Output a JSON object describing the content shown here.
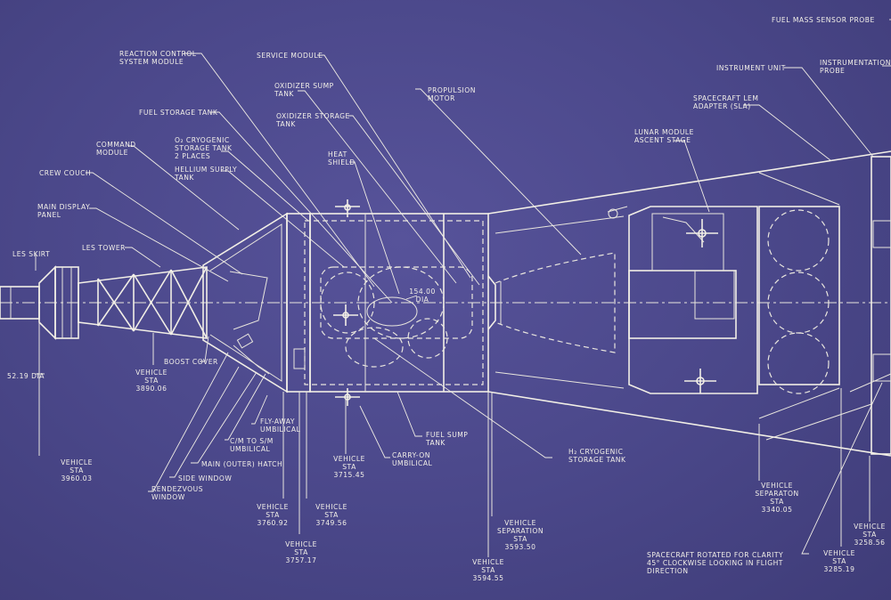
{
  "labels": {
    "fuel_mass_sensor_probe": [
      "FUEL MASS SENSOR PROBE"
    ],
    "instrument_unit": [
      "INSTRUMENT UNIT"
    ],
    "instrumentation_probe": [
      "INSTRUMENTATION",
      "PROBE"
    ],
    "reaction_control_system_module": [
      "REACTION CONTROL",
      "SYSTEM MODULE"
    ],
    "service_module": [
      "SERVICE MODULE"
    ],
    "oxidizer_sump_tank": [
      "OXIDIZER SUMP",
      "TANK"
    ],
    "propulsion_motor": [
      "PROPULSION",
      "MOTOR"
    ],
    "spacecraft_lem_adapter": [
      "SPACECRAFT LEM",
      "ADAPTER (SLA)"
    ],
    "fuel_storage_tank": [
      "FUEL STORAGE TANK"
    ],
    "oxidizer_storage_tank": [
      "OXIDIZER STORAGE",
      "TANK"
    ],
    "lunar_module_ascent_stage": [
      "LUNAR MODULE",
      "ASCENT STAGE"
    ],
    "command_module": [
      "COMMAND",
      "MODULE"
    ],
    "o2_cryogenic_storage_tank": [
      "O₂ CRYOGENIC",
      "STORAGE TANK",
      "2 PLACES"
    ],
    "heat_shield": [
      "HEAT",
      "SHIELD"
    ],
    "crew_couch": [
      "CREW COUCH"
    ],
    "helium_supply_tank": [
      "HELLIUM SUPPLY",
      "TANK"
    ],
    "main_display_panel": [
      "MAIN DISPLAY",
      "PANEL"
    ],
    "les_tower": [
      "LES TOWER"
    ],
    "les_skirt": [
      "LES SKIRT"
    ],
    "dia_154": [
      "154.00",
      "DIA"
    ],
    "dia_52": [
      "52.19 DIA"
    ],
    "boost_cover": [
      "BOOST COVER"
    ],
    "vehicle_sta_3890": [
      "VEHICLE",
      "STA",
      "3890.06"
    ],
    "fly_away_umbilical": [
      "FLY-AWAY",
      "UMBILICAL"
    ],
    "cm_to_sm_umbilical": [
      "C/M TO S/M",
      "UMBILICAL"
    ],
    "main_outer_hatch": [
      "MAIN (OUTER) HATCH"
    ],
    "side_window": [
      "SIDE WINDOW"
    ],
    "rendezvous_window": [
      "RENDEZVOUS",
      "WINDOW"
    ],
    "fuel_sump_tank": [
      "FUEL SUMP",
      "TANK"
    ],
    "carry_on_umbilical": [
      "CARRY-ON",
      "UMBILICAL"
    ],
    "h2_cryogenic_storage_tank": [
      "H₂ CRYOGENIC",
      "STORAGE TANK"
    ],
    "vehicle_sta_3960": [
      "VEHICLE",
      "STA",
      "3960.03"
    ],
    "vehicle_sta_3715": [
      "VEHICLE",
      "STA",
      "3715.45"
    ],
    "vehicle_sta_3760": [
      "VEHICLE",
      "STA",
      "3760.92"
    ],
    "vehicle_sta_3749": [
      "VEHICLE",
      "STA",
      "3749.56"
    ],
    "vehicle_sta_3757": [
      "VEHICLE",
      "STA",
      "3757.17"
    ],
    "vehicle_separation_3593": [
      "VEHICLE",
      "SEPARATION",
      "STA",
      "3593.50"
    ],
    "vehicle_sta_3594": [
      "VEHICLE",
      "STA",
      "3594.55"
    ],
    "vehicle_separation_3340": [
      "VEHICLE",
      "SEPARATON",
      "STA",
      "3340.05"
    ],
    "vehicle_sta_3258": [
      "VEHICLE",
      "STA",
      "3258.56"
    ],
    "vehicle_sta_3285": [
      "VEHICLE",
      "STA",
      "3285.19"
    ],
    "rotation_note": [
      "SPACECRAFT ROTATED FOR CLARITY",
      "45° CLOCKWISE LOOKING IN FLIGHT",
      "DIRECTION"
    ]
  },
  "colors": {
    "paper": "#4a4789",
    "ink": "#f2efe6"
  }
}
